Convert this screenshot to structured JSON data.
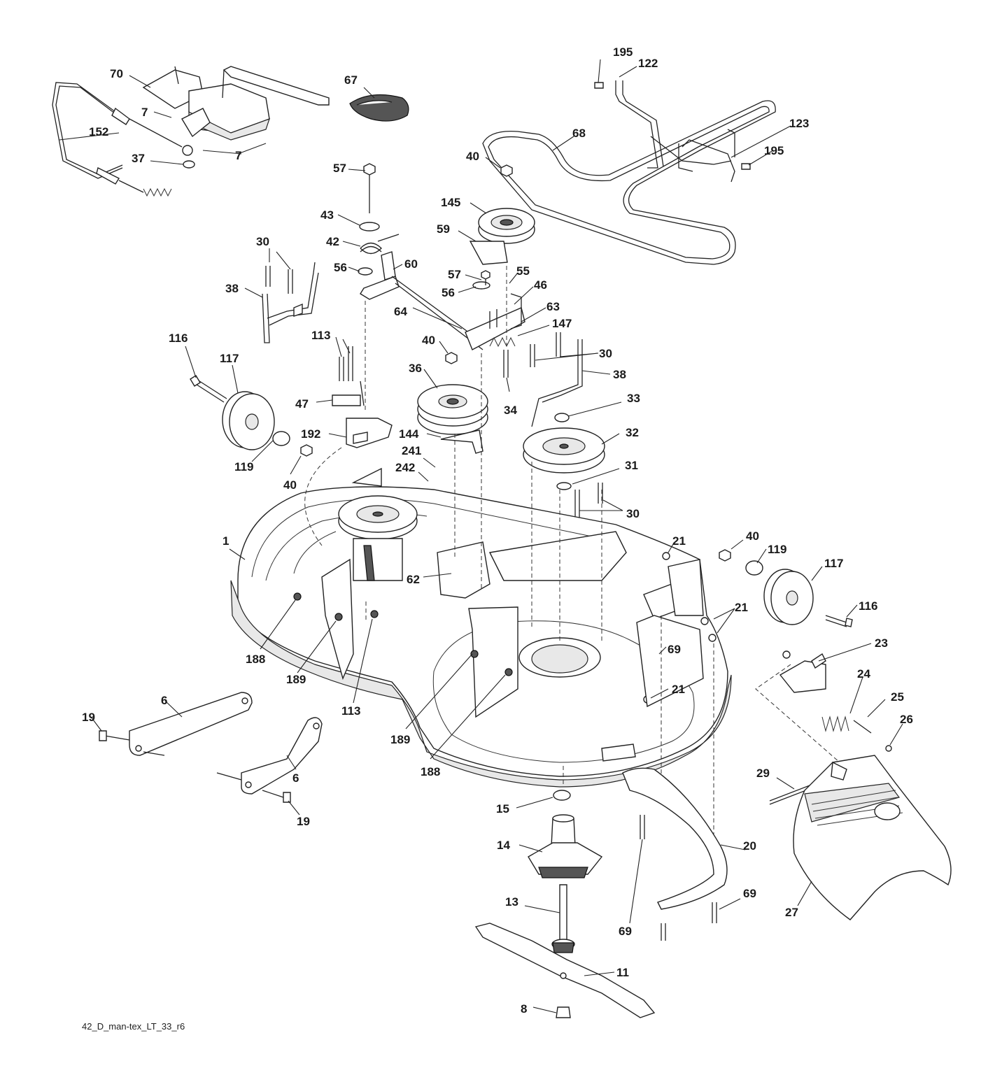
{
  "footer_code": "42_D_man-tex_LT_33_r6",
  "callouts": [
    "195",
    "122",
    "70",
    "67",
    "7",
    "152",
    "7",
    "37",
    "68",
    "123",
    "195",
    "40",
    "57",
    "145",
    "43",
    "59",
    "42",
    "30",
    "60",
    "56",
    "57",
    "55",
    "38",
    "56",
    "46",
    "64",
    "63",
    "147",
    "116",
    "113",
    "40",
    "30",
    "117",
    "36",
    "38",
    "47",
    "34",
    "33",
    "192",
    "144",
    "32",
    "241",
    "119",
    "40",
    "242",
    "31",
    "30",
    "1",
    "21",
    "40",
    "119",
    "117",
    "62",
    "116",
    "69",
    "21",
    "188",
    "189",
    "113",
    "21",
    "23",
    "24",
    "25",
    "6",
    "19",
    "26",
    "189",
    "6",
    "188",
    "29",
    "19",
    "15",
    "20",
    "14",
    "69",
    "69",
    "27",
    "13",
    "11",
    "8"
  ]
}
